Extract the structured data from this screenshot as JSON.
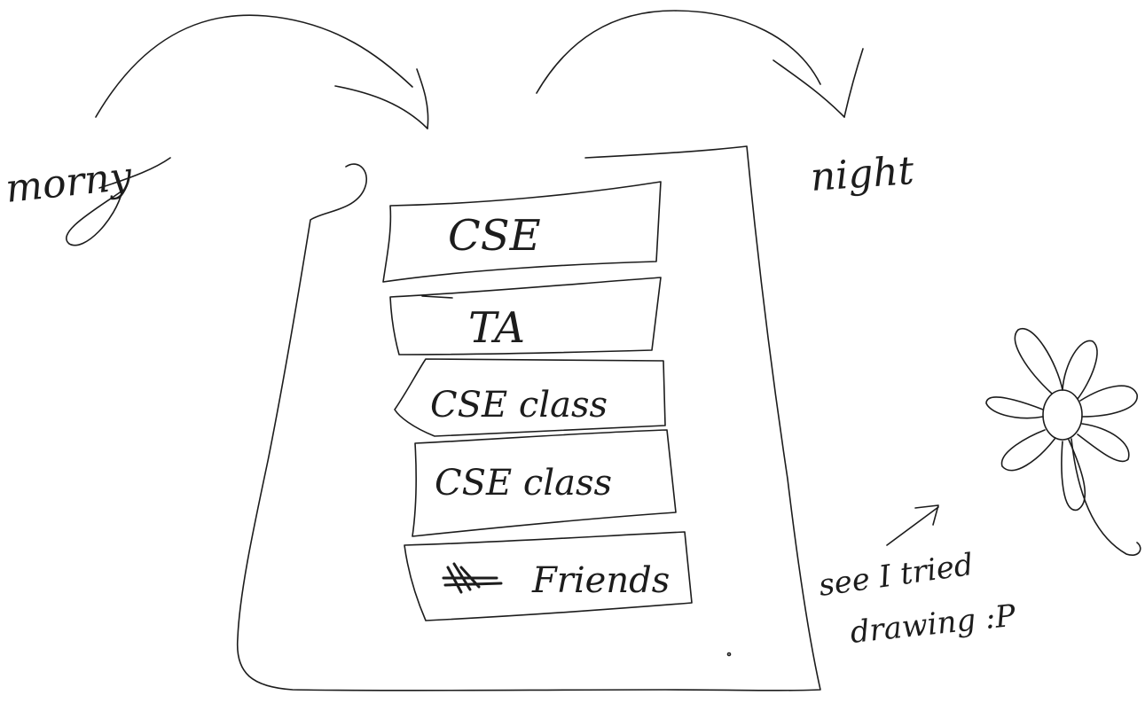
{
  "labels": {
    "morning": "morny",
    "night": "night"
  },
  "schedule": {
    "blocks": [
      {
        "label": "CSE"
      },
      {
        "label": "TA"
      },
      {
        "label": "CSE class"
      },
      {
        "label": "CSE class"
      },
      {
        "label": "Friends"
      }
    ]
  },
  "note": {
    "line1": "see I tried",
    "line2": "drawing :P"
  },
  "icons": {
    "arrow_left": "curved-arrow-icon",
    "arrow_right": "curved-arrow-icon",
    "flower": "flower-icon",
    "pointer": "pointer-arrow-icon",
    "scribble": "scribble-out-mark"
  },
  "colors": {
    "ink": "#1c1c1c",
    "paper": "#ffffff"
  }
}
